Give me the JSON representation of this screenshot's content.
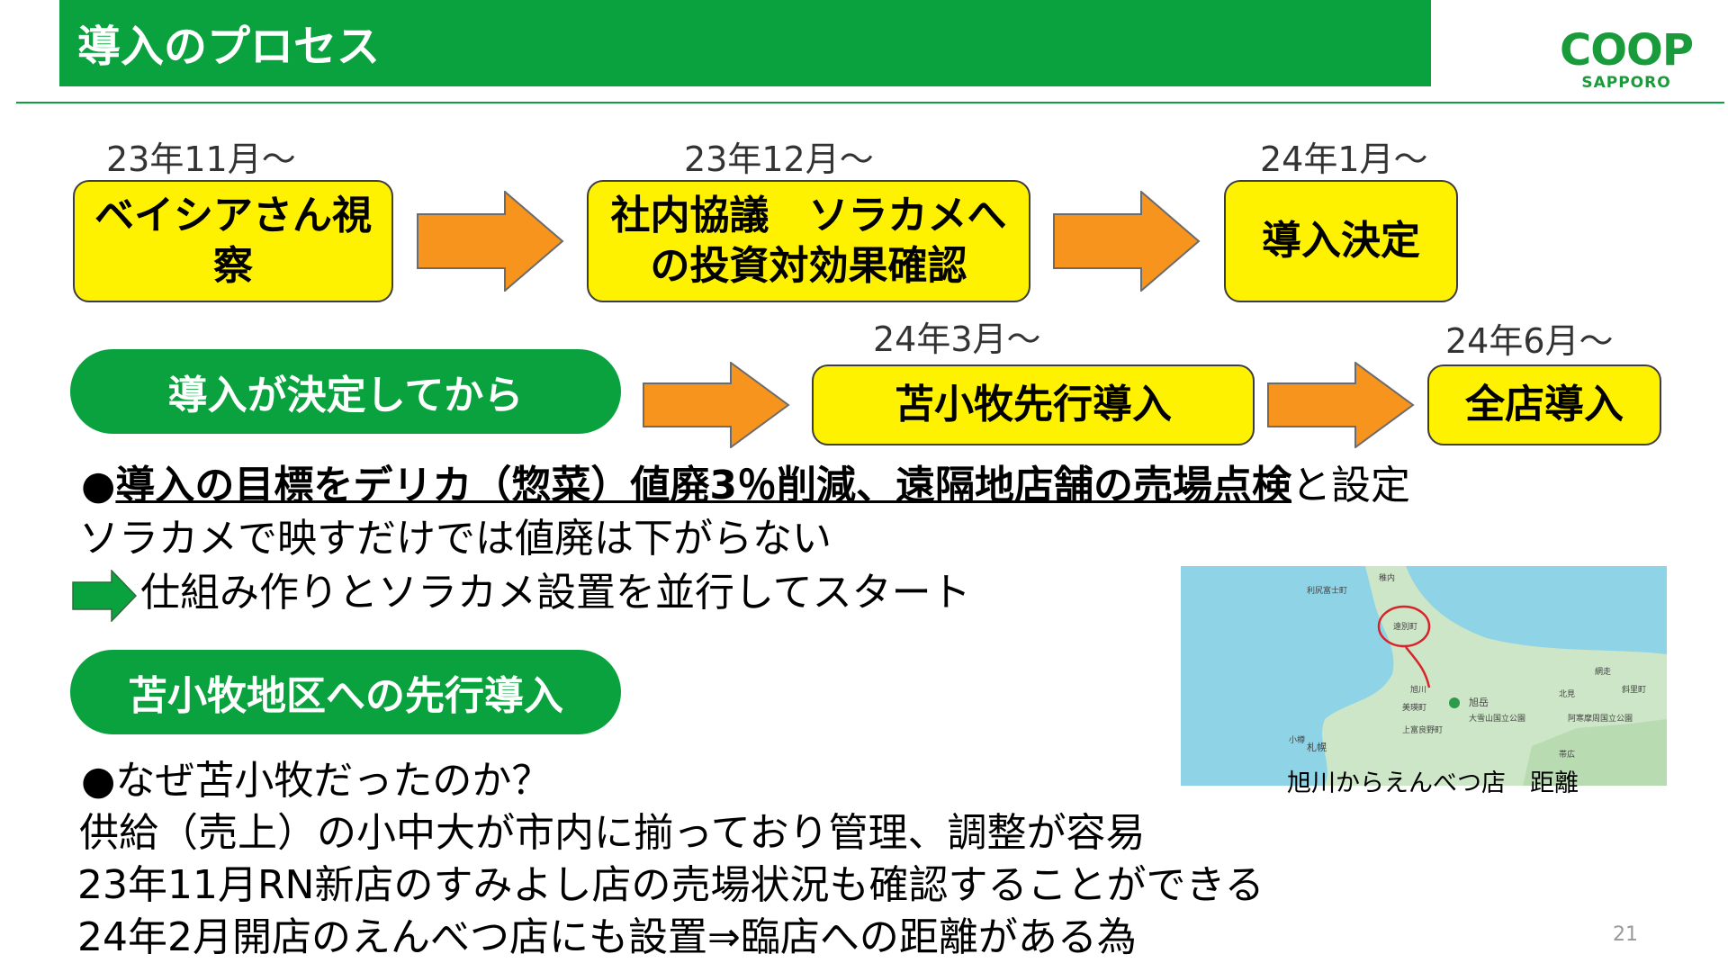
{
  "header": {
    "title": "導入のプロセス",
    "logo_main": "COOP",
    "logo_sub": "SAPPORO"
  },
  "timeline": {
    "dates": [
      "23年11月～",
      "23年12月～",
      "24年1月～",
      "24年3月～",
      "24年6月～"
    ],
    "steps": [
      "ベイシアさん視察",
      "社内協議　ソラカメへの投資対効果確認",
      "導入決定",
      "苫小牧先行導入",
      "全店導入"
    ],
    "pill_after_decision": "導入が決定してから"
  },
  "goal": {
    "bullet": "●",
    "underlined": "導入の目標をデリカ（惣菜）値廃3％削減、遠隔地店舗の売場点検",
    "suffix": "と設定",
    "line2": "ソラカメで映すだけでは値廃は下がらない",
    "line3": "仕組み作りとソラカメ設置を並行してスタート"
  },
  "section2": {
    "pill": "苫小牧地区への先行導入",
    "question": "●なぜ苫小牧だったのか？",
    "reasons": [
      "供給（売上）の小中大が市内に揃っており管理、調整が容易",
      "23年11月RN新店のすみよし店の売場状況も確認することができる",
      "24年2月開店のえんべつ店にも設置⇒臨店への距離がある為"
    ]
  },
  "map": {
    "caption": "旭川からえんべつ店　距離",
    "labels": [
      "稚内",
      "利尻富士町",
      "遠別町",
      "旭川",
      "美瑛町",
      "上富良野町",
      "札幌",
      "小樽",
      "旭岳",
      "大雪山国立公園",
      "北見",
      "網走",
      "斜里町",
      "阿寒摩周国立公園",
      "帯広"
    ],
    "colors": {
      "sea": "#8fd4e6",
      "land": "#cde6c7",
      "circle": "#d9232b"
    }
  },
  "footer": {
    "page_number": "21"
  },
  "colors": {
    "green": "#0aa23e",
    "yellow": "#fff200",
    "orange": "#f7941d"
  }
}
